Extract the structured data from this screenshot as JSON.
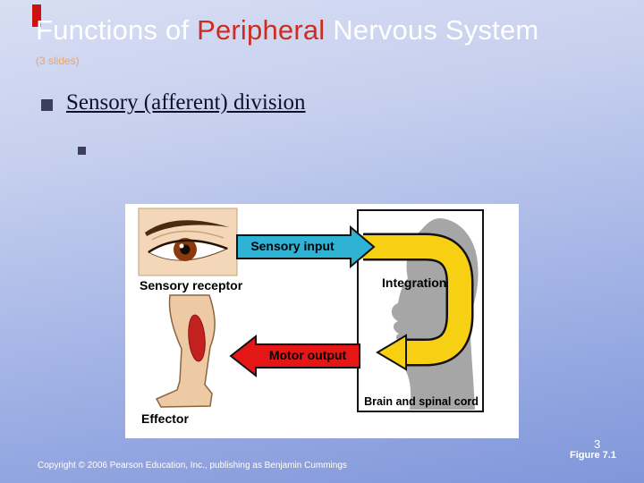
{
  "slide": {
    "title_prefix": "Functions of ",
    "title_highlight": "Peripheral",
    "title_suffix": " Nervous System",
    "subtitle": "(3 slides)",
    "bullet_text": "Sensory (afferent) division",
    "copyright": "Copyright © 2006 Pearson Education, Inc., publishing as Benjamin Cummings",
    "figure_label": "Figure 7.1",
    "page_number": "3"
  },
  "diagram": {
    "labels": {
      "sensory_input": "Sensory input",
      "integration": "Integration",
      "motor_output": "Motor output",
      "sensory_receptor": "Sensory receptor",
      "effector": "Effector",
      "brain_spinal_cord": "Brain and spinal cord"
    },
    "colors": {
      "sensory_arrow": "#2fb3d4",
      "motor_arrow": "#e51616",
      "integration_arrow": "#f7d014",
      "head_silhouette": "#a6a6a6"
    }
  },
  "colors": {
    "accent_bar": "#cc1111",
    "title_text": "#ffffff",
    "title_highlight": "#cc2d1f",
    "subtitle_text": "#eda366",
    "background_top": "#d8def3",
    "background_bottom": "#8096da"
  }
}
